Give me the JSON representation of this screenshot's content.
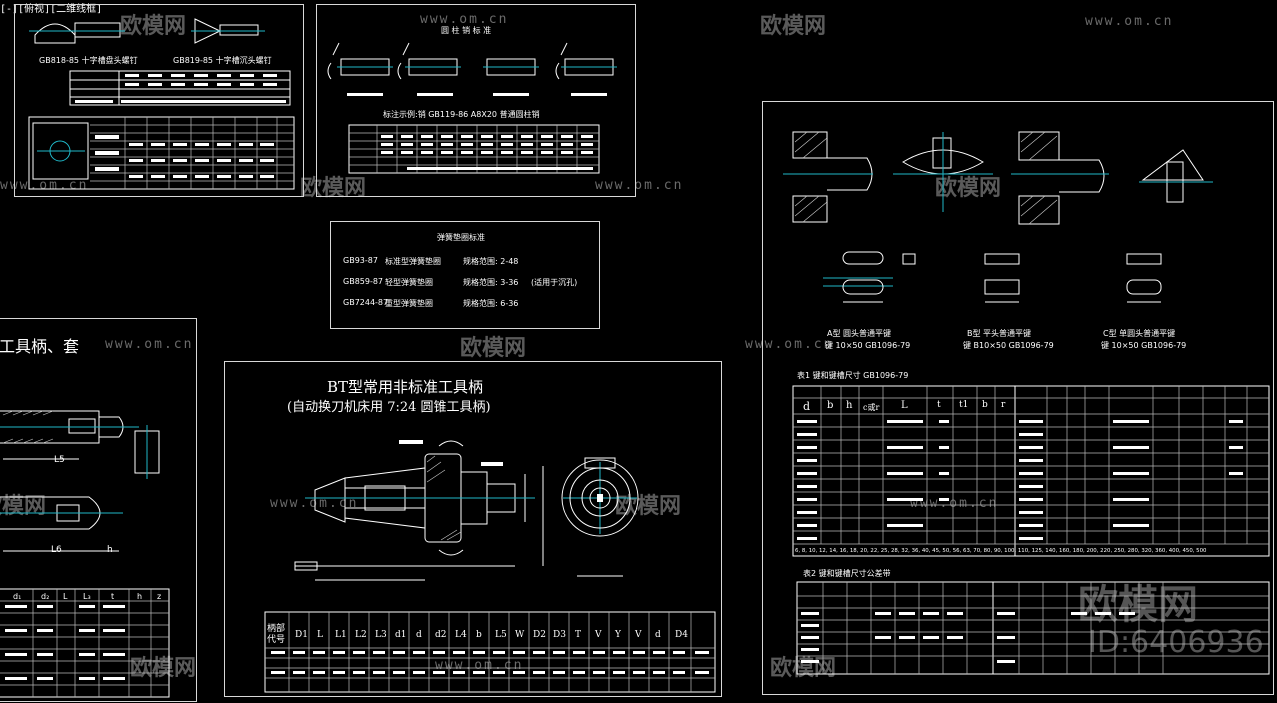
{
  "viewport_tab": "[-][俯视][二维线框]",
  "watermark": {
    "brand": "欧模网",
    "url": "www.om.cn",
    "big_brand": "欧模网",
    "id": "ID:6406936"
  },
  "panel_screw": {
    "left_title": "GB818-85  十字槽盘头螺钉",
    "right_title": "GB819-85  十字槽沉头螺钉"
  },
  "panel_pin": {
    "title": "圆 柱 销 标 准",
    "example": "标注示例:销 GB119-86  A8X20  普通圆柱销"
  },
  "panel_washer": {
    "title": "弹簧垫圈标准",
    "rows": [
      {
        "code": "GB93-87",
        "name": "标准型弹簧垫圈",
        "range": "规格范围: 2-48",
        "note": ""
      },
      {
        "code": "GB859-87",
        "name": "轻型弹簧垫圈",
        "range": "规格范围: 3-36",
        "note": "(适用于沉孔)"
      },
      {
        "code": "GB7244-87",
        "name": "重型弹簧垫圈",
        "range": "规格范围: 6-36",
        "note": ""
      }
    ]
  },
  "panel_left": {
    "title": "工具柄、套",
    "dim1": "L5",
    "dim2": "L6",
    "dim3": "h",
    "headers": [
      "d₁",
      "d₂",
      "L",
      "L₃",
      "t",
      "h",
      "z"
    ]
  },
  "panel_bt": {
    "title": "BT型常用非标准工具柄",
    "subtitle": "(自动换刀机床用  7:24 圆锥工具柄)",
    "header_row": [
      "柄部代号",
      "D1",
      "L",
      "L1",
      "L2",
      "L3",
      "d1",
      "d",
      "d2",
      "L4",
      "b",
      "L5",
      "W",
      "D2",
      "D3",
      "T",
      "V",
      "Y",
      "V",
      "d",
      "D4"
    ]
  },
  "panel_key": {
    "type_a": "A型  圆头普通平键",
    "type_a_ex": "键 10×50  GB1096-79",
    "type_b": "B型  平头普通平键",
    "type_b_ex": "键 B10×50  GB1096-79",
    "type_c": "C型  单圆头普通平键",
    "type_c_ex": "键 10×50  GB1096-79",
    "table1_title": "表1  键和键槽尺寸  GB1096-79",
    "table2_title": "表2  键和键槽尺寸公差带",
    "t1_headers": [
      "d",
      "b",
      "h",
      "c或r",
      "L",
      "t",
      "t1",
      "b",
      "r"
    ],
    "bottom_series": "6, 8, 10, 12, 14, 16, 18, 20, 22, 25, 28, 32, 36, 40, 45, 50, 56, 63, 70, 80, 90, 100, 110, 125, 140, 160, 180, 200, 220, 250, 280, 320, 360, 400, 450, 500"
  }
}
